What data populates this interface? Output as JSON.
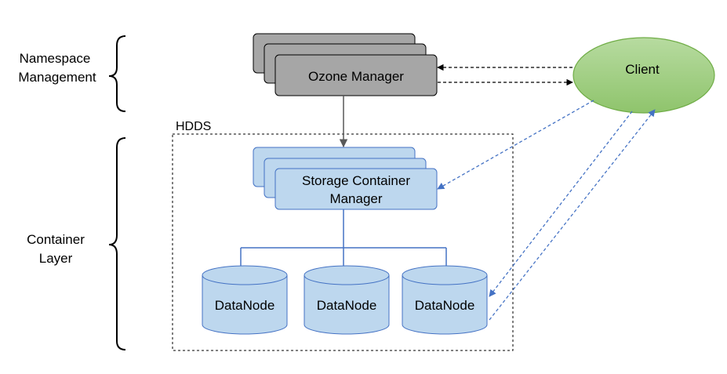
{
  "side_labels": {
    "namespace": [
      "Namespace",
      "Management"
    ],
    "container": [
      "Container",
      "Layer"
    ]
  },
  "hdds_label": "HDDS",
  "ozone_manager": {
    "label": "Ozone Manager",
    "fill": "#a6a6a6",
    "stroke": "#000000"
  },
  "scm": {
    "label_lines": [
      "Storage Container",
      "Manager"
    ],
    "fill": "#bdd7ee",
    "stroke": "#4472c4"
  },
  "client": {
    "label": "Client",
    "fill": "#a9d18e",
    "stroke": "#70ad47"
  },
  "datanodes": [
    {
      "label": "DataNode"
    },
    {
      "label": "DataNode"
    },
    {
      "label": "DataNode"
    }
  ],
  "colors": {
    "connector_gray": "#595959",
    "connector_blue": "#4472c4",
    "dashed_black": "#000000",
    "dashed_blue": "#4472c4"
  }
}
